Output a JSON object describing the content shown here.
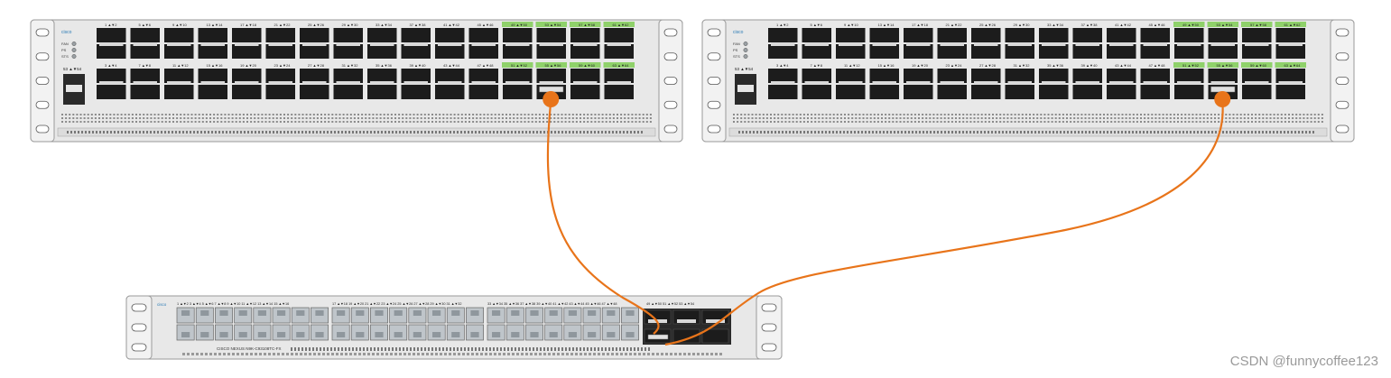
{
  "switches": [
    {
      "id": "switch-top-left",
      "brand": "cisco",
      "status_leds": [
        "FAN",
        "PS",
        "STS"
      ],
      "mgmt_label": "53 ▲▼54",
      "port_columns": 16,
      "top_port_labels": [
        "1 ▲▼2",
        "5 ▲▼6",
        "9 ▲▼10",
        "13 ▲▼14",
        "17 ▲▼18",
        "21 ▲▼22",
        "25 ▲▼26",
        "29 ▲▼30",
        "33 ▲▼34",
        "37 ▲▼38",
        "41 ▲▼42",
        "45 ▲▼46",
        "49 ▲▼50",
        "53 ▲▼54",
        "57 ▲▼58",
        "61 ▲▼62"
      ],
      "mid_port_labels": [
        "3 ▲▼4",
        "7 ▲▼8",
        "11 ▲▼12",
        "15 ▲▼16",
        "19 ▲▼20",
        "23 ▲▼24",
        "27 ▲▼28",
        "31 ▲▼32",
        "35 ▲▼36",
        "39 ▲▼40",
        "43 ▲▼44",
        "47 ▲▼48",
        "51 ▲▼52",
        "55 ▲▼56",
        "59 ▲▼60",
        "63 ▲▼64"
      ],
      "highlight_from_column": 12,
      "connected_port_column": 13
    },
    {
      "id": "switch-top-right",
      "brand": "cisco",
      "status_leds": [
        "FAN",
        "PS",
        "STS"
      ],
      "mgmt_label": "53 ▲▼54",
      "port_columns": 16,
      "top_port_labels": [
        "1 ▲▼2",
        "5 ▲▼6",
        "9 ▲▼10",
        "13 ▲▼14",
        "17 ▲▼18",
        "21 ▲▼22",
        "25 ▲▼26",
        "29 ▲▼30",
        "33 ▲▼34",
        "37 ▲▼38",
        "41 ▲▼42",
        "45 ▲▼46",
        "49 ▲▼50",
        "53 ▲▼54",
        "57 ▲▼58",
        "61 ▲▼62"
      ],
      "mid_port_labels": [
        "3 ▲▼4",
        "7 ▲▼8",
        "11 ▲▼12",
        "15 ▲▼16",
        "19 ▲▼20",
        "23 ▲▼24",
        "27 ▲▼28",
        "31 ▲▼32",
        "35 ▲▼36",
        "39 ▲▼40",
        "43 ▲▼44",
        "47 ▲▼48",
        "51 ▲▼52",
        "55 ▲▼56",
        "59 ▲▼60",
        "63 ▲▼64"
      ],
      "highlight_from_column": 12,
      "connected_port_column": 13
    }
  ],
  "access_switch": {
    "id": "switch-bottom",
    "brand": "cisco",
    "model_label": "CISCO NEXUS N9K-C93108TC-FX",
    "rj45_columns": 24,
    "rj45_group_size": 8,
    "port_label_groups": [
      "1 ▲▼2 3 ▲▼4 5 ▲▼6 7 ▲▼8 9 ▲▼10 11 ▲▼12 13 ▲▼14 15 ▲▼16",
      "17 ▲▼18 19 ▲▼20 21 ▲▼22 23 ▲▼24 25 ▲▼26 27 ▲▼28 29 ▲▼30 31 ▲▼32",
      "33 ▲▼34 35 ▲▼36 37 ▲▼38 39 ▲▼40 41 ▲▼42 43 ▲▼44 45 ▲▼46 47 ▲▼48"
    ],
    "uplink_label": "49 ▲▼50  51 ▲▼52  53 ▲▼54",
    "uplink_columns": 3
  },
  "cables": [
    {
      "id": "cable-a",
      "from": "switch-top-left",
      "to": "switch-bottom"
    },
    {
      "id": "cable-b",
      "from": "switch-top-right",
      "to": "switch-bottom"
    }
  ],
  "colors": {
    "chassis": "#e8e8e8",
    "chassis_edge": "#9a9a9a",
    "port_dark": "#1c1c1c",
    "port_highlight": "#8fd16a",
    "rj45_fill": "#bfc5ca",
    "cable": "#e8741a"
  },
  "watermark": "CSDN @funnycoffee123"
}
